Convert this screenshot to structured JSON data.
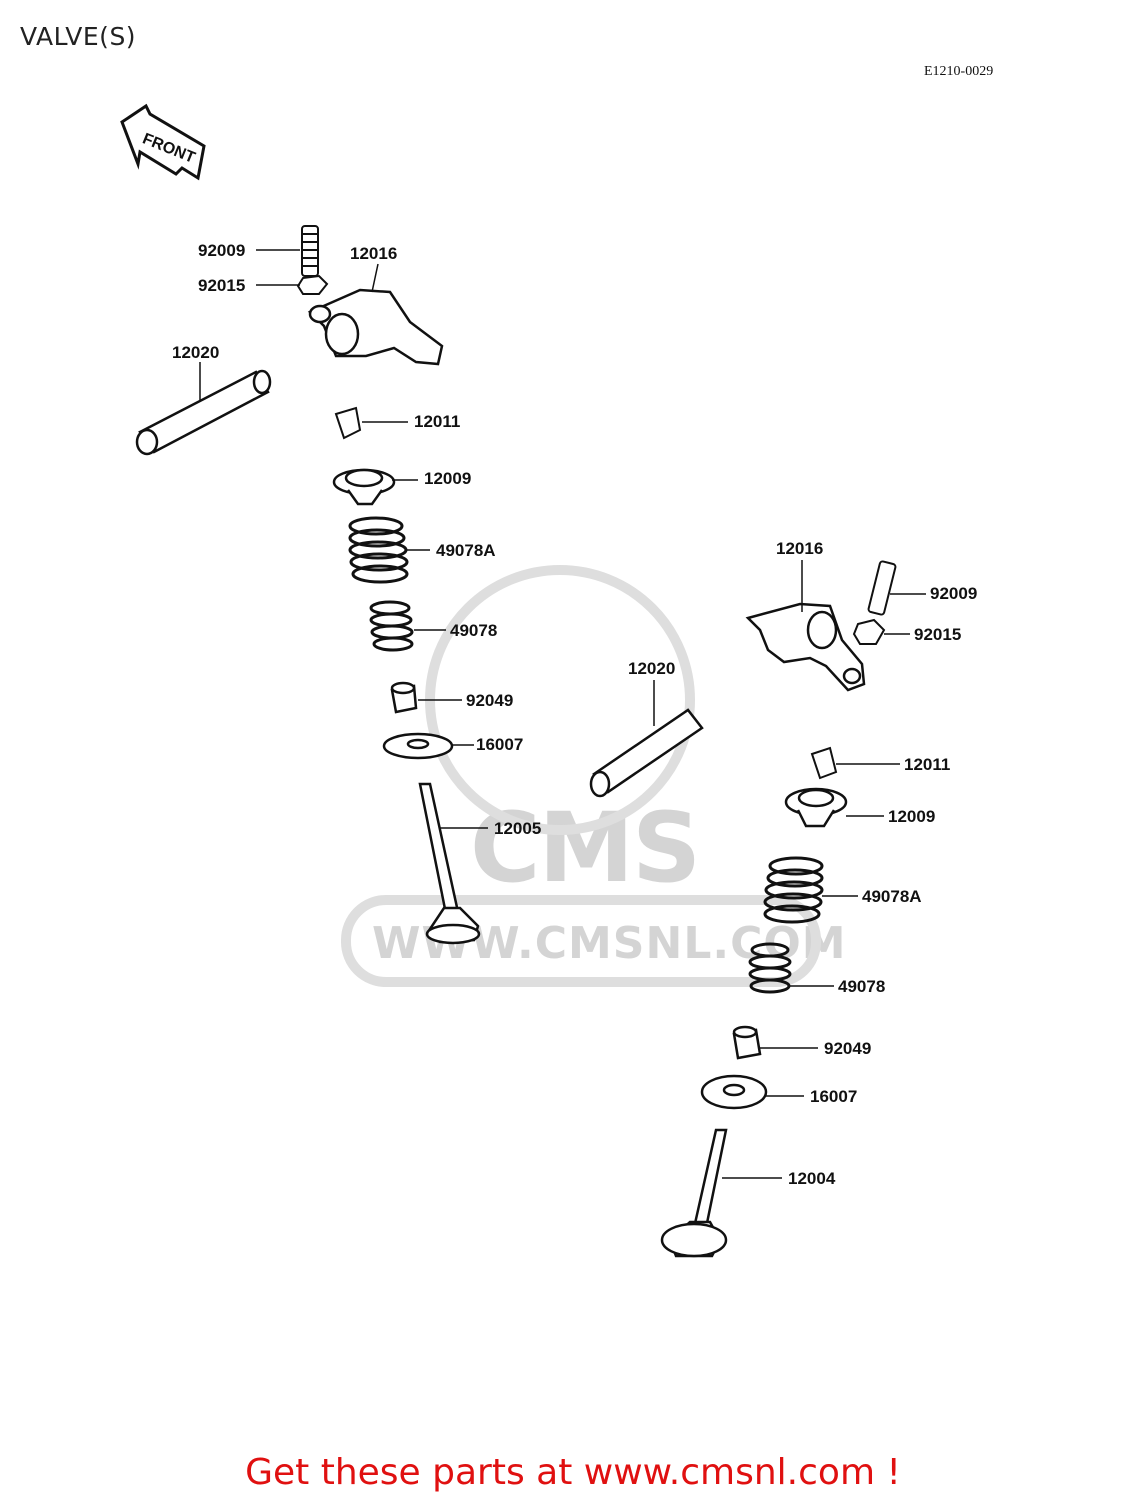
{
  "header": {
    "title": "VALVE(S)",
    "diagram_code": "E1210-0029"
  },
  "front_marker": {
    "label": "FRONT",
    "icon": "front-arrow-icon"
  },
  "watermark": {
    "logo_text": "CMS",
    "url_text": "WWW.CMSNL.COM",
    "color": "#d4d4d4"
  },
  "intake_assembly": {
    "parts": [
      {
        "number": "92009"
      },
      {
        "number": "12016"
      },
      {
        "number": "92015"
      },
      {
        "number": "12020"
      },
      {
        "number": "12011"
      },
      {
        "number": "12009"
      },
      {
        "number": "49078A"
      },
      {
        "number": "49078"
      },
      {
        "number": "92049"
      },
      {
        "number": "16007"
      },
      {
        "number": "12005"
      }
    ]
  },
  "exhaust_assembly": {
    "parts": [
      {
        "number": "12016"
      },
      {
        "number": "92009"
      },
      {
        "number": "92015"
      },
      {
        "number": "12020"
      },
      {
        "number": "12011"
      },
      {
        "number": "12009"
      },
      {
        "number": "49078A"
      },
      {
        "number": "49078"
      },
      {
        "number": "92049"
      },
      {
        "number": "16007"
      },
      {
        "number": "12004"
      }
    ]
  },
  "footer": {
    "banner": "Get these parts at www.cmsnl.com !",
    "color": "#e01010"
  }
}
